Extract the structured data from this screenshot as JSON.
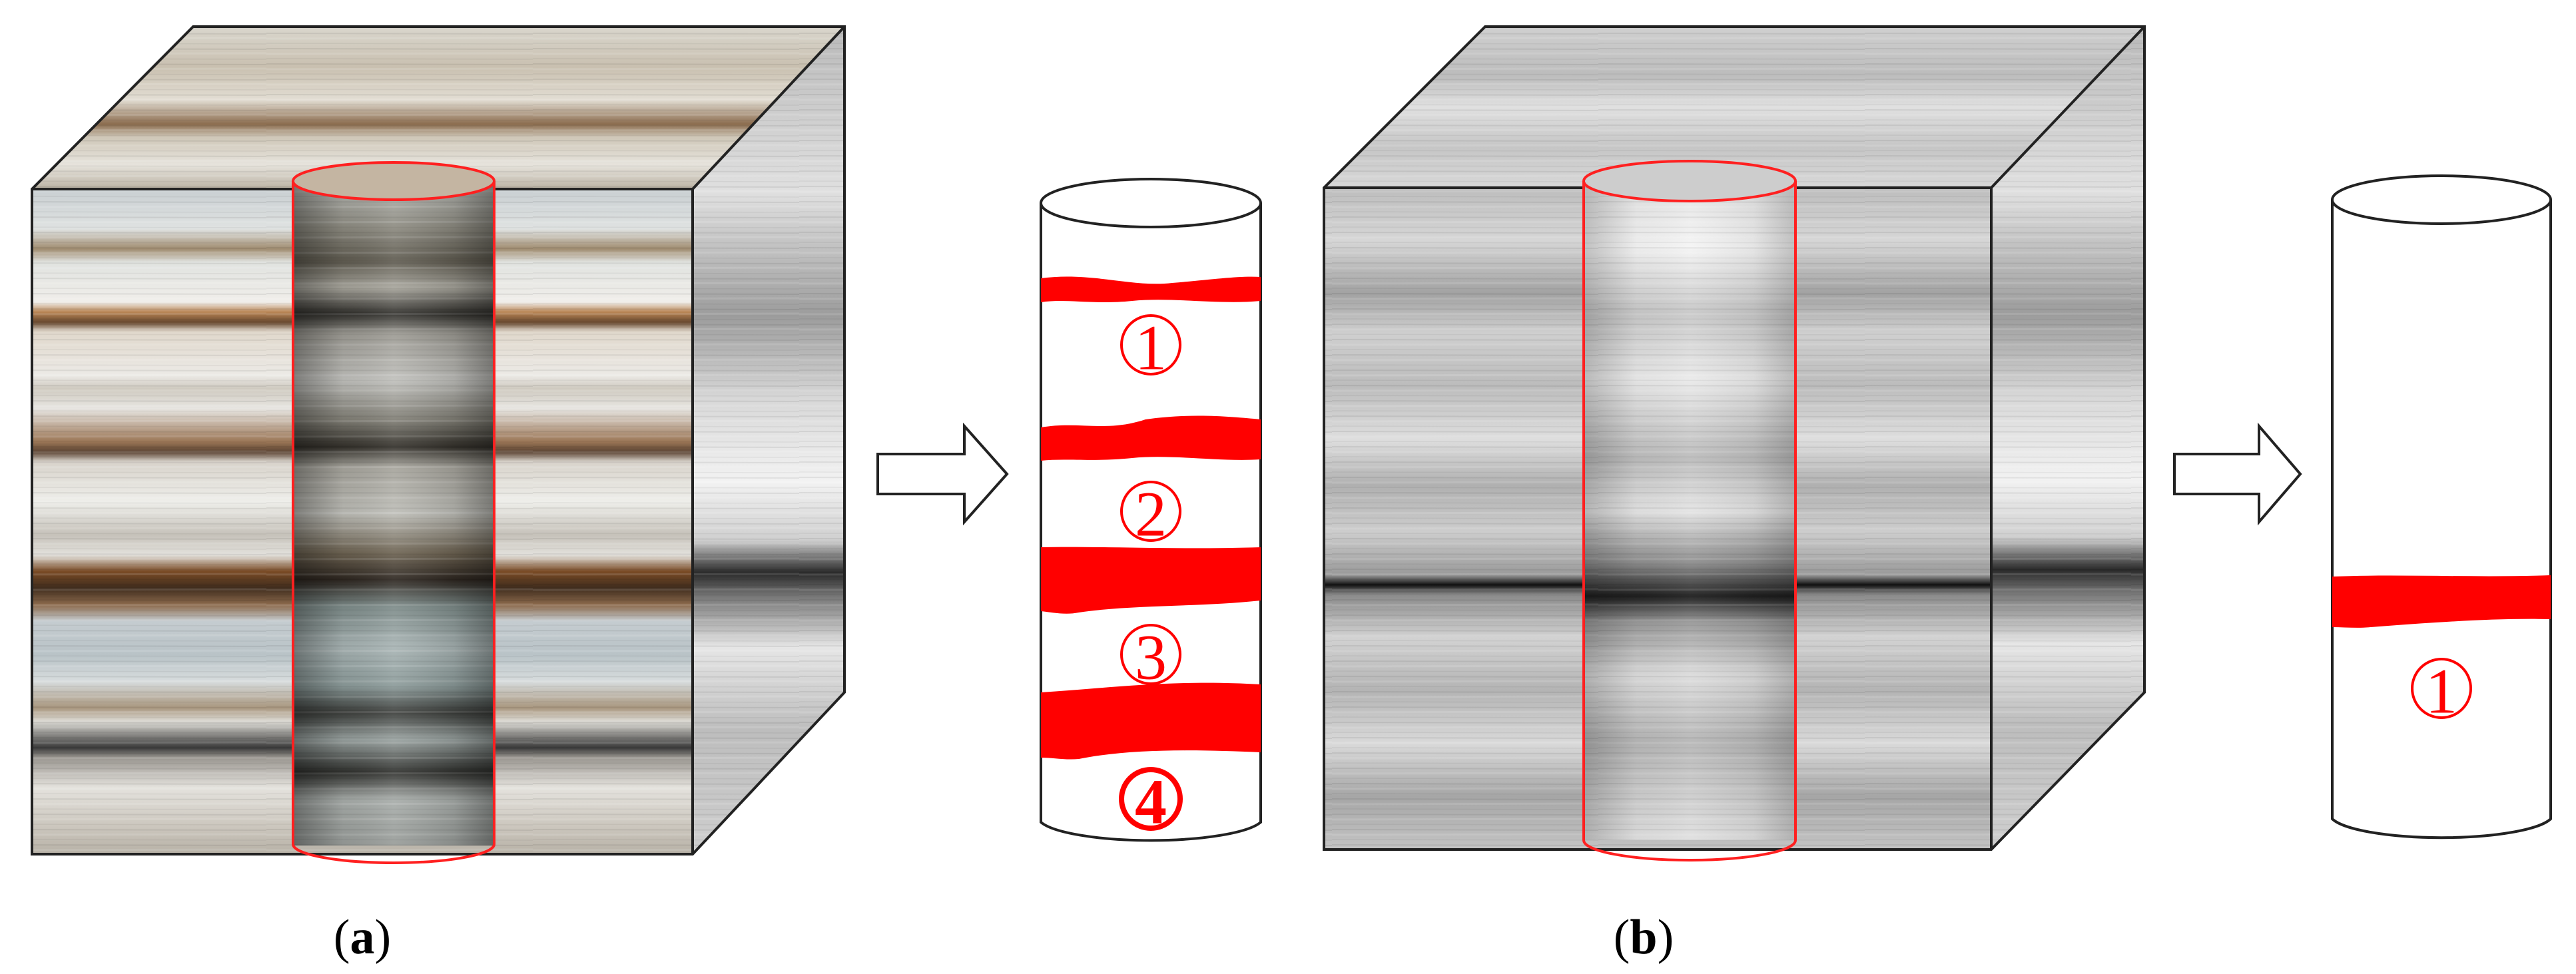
{
  "panels": [
    {
      "id": "a",
      "label_open": "(",
      "label_letter": "a",
      "label_close": ")",
      "image_style": "color",
      "zones": [
        "1",
        "2",
        "3",
        "4"
      ]
    },
    {
      "id": "b",
      "label_open": "(",
      "label_letter": "b",
      "label_close": ")",
      "image_style": "grayscale",
      "zones": [
        "1"
      ]
    }
  ],
  "colors": {
    "highlight": "#ff0000",
    "outline": "#222222",
    "core_outline_red": "#ff2020"
  },
  "icons": [
    "cube-block-image",
    "core-cylinder",
    "arrow-right-icon",
    "cylinder-schematic"
  ]
}
